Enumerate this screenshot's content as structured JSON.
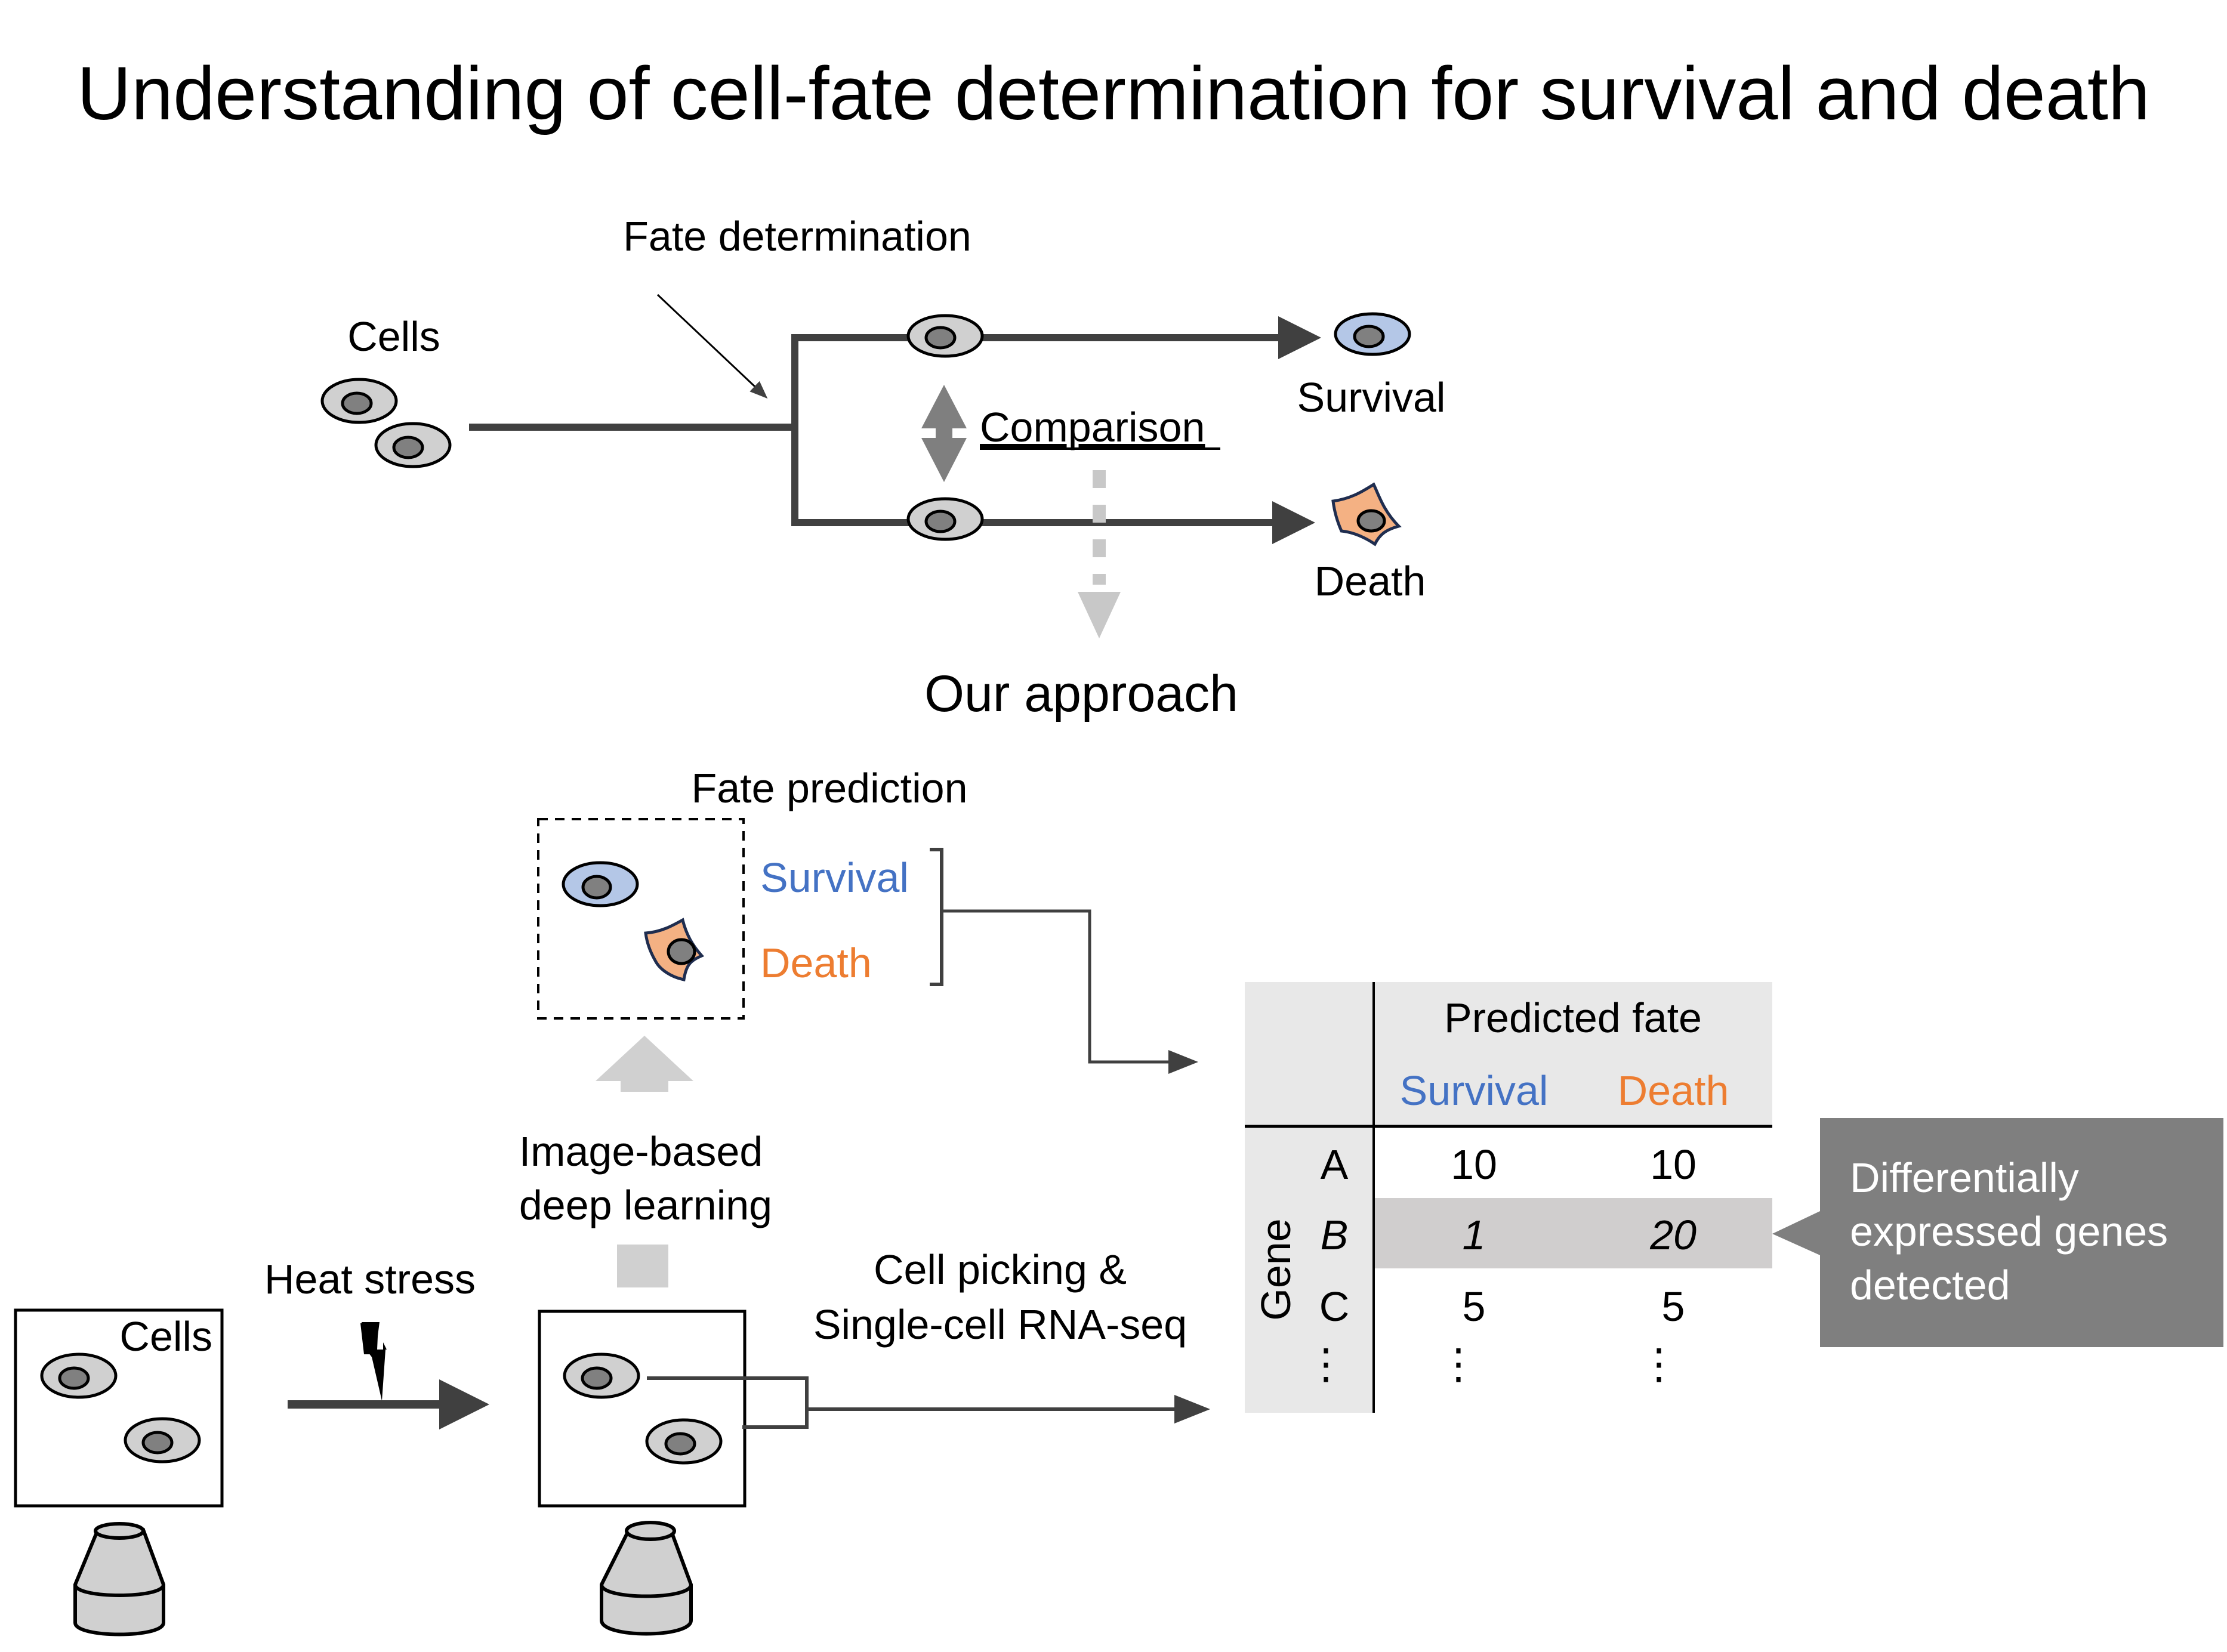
{
  "title": "Understanding of cell-fate determination for survival and death",
  "top_diagram": {
    "cells_label": "Cells",
    "fate_determination_label": "Fate determination",
    "comparison_label": "Comparison",
    "survival_label": "Survival",
    "death_label": "Death"
  },
  "approach_label": "Our approach",
  "bottom_diagram": {
    "fate_prediction_label": "Fate prediction",
    "prediction_survival": "Survival",
    "prediction_death": "Death",
    "deep_learning_line1": "Image-based",
    "deep_learning_line2": "deep learning",
    "heat_stress_label": "Heat stress",
    "cells_label": "Cells",
    "picking_line1": "Cell picking &",
    "picking_line2": "Single-cell RNA-seq"
  },
  "table": {
    "header": "Predicted fate",
    "columns": [
      "Survival",
      "Death"
    ],
    "row_axis_label": "Gene",
    "rows": [
      {
        "gene": "A",
        "survival": "10",
        "death": "10"
      },
      {
        "gene": "B",
        "survival": "1",
        "death": "20"
      },
      {
        "gene": "C",
        "survival": "5",
        "death": "5"
      },
      {
        "gene": "⋮",
        "survival": "⋮",
        "death": "⋮"
      }
    ],
    "highlighted_row": "B"
  },
  "callout": {
    "line1": "Differentially",
    "line2": "expressed genes",
    "line3": "detected"
  },
  "colors": {
    "survival": "#4472c4",
    "death": "#ed7d31",
    "survival_cell": "#b4c7e7",
    "death_cell": "#f4b183",
    "callout_bg": "#7f7f7f",
    "table_bg": "#e8e8e8",
    "highlight_row": "#d0cece"
  }
}
